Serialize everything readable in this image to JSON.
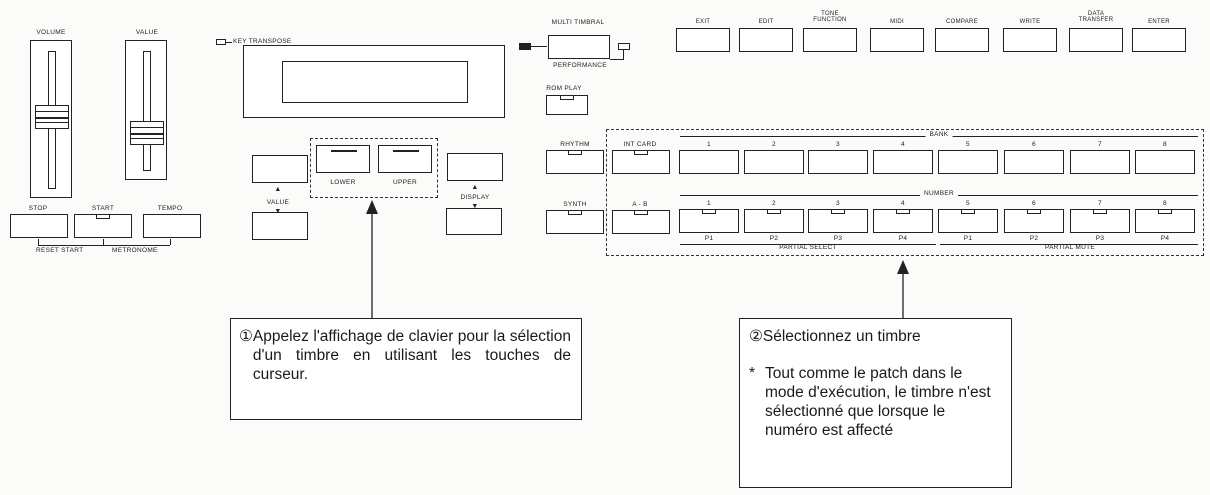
{
  "labels": {
    "volume": "VOLUME",
    "value": "VALUE",
    "key_transpose": "KEY TRANSPOSE",
    "multi_timbral": "MULTI TIMBRAL",
    "performance": "PERFORMANCE",
    "rom_play": "ROM PLAY",
    "rhythm": "RHYTHM",
    "synth": "SYNTH",
    "stop": "STOP",
    "start": "START",
    "tempo": "TEMPO",
    "reset_start": "RESET START",
    "metronome": "METRONOME",
    "value_cursor": "VALUE",
    "lower": "LOWER",
    "upper": "UPPER",
    "display": "DISPLAY",
    "int_card": "INT CARD",
    "a_b": "A - B",
    "bank": "BANK",
    "number": "NUMBER",
    "partial_select": "PARTIAL SELECT",
    "partial_mute": "PARTIAL MUTE"
  },
  "function_buttons": [
    "EXIT",
    "EDIT",
    "TONE FUNCTION",
    "MIDI",
    "COMPARE",
    "WRITE",
    "DATA TRANSFER",
    "ENTER"
  ],
  "bank_numbers": [
    "1",
    "2",
    "3",
    "4",
    "5",
    "6",
    "7",
    "8"
  ],
  "number_numbers": [
    "1",
    "2",
    "3",
    "4",
    "5",
    "6",
    "7",
    "8"
  ],
  "partial_labels": [
    "P1",
    "P2",
    "P3",
    "P4",
    "P1",
    "P2",
    "P3",
    "P4"
  ],
  "callout1": {
    "marker": "①",
    "text": "Appelez l'affichage de clavier pour la sélection d'un timbre en utilisant les touches de curseur."
  },
  "callout2": {
    "marker": "②",
    "title": "Sélectionnez un timbre",
    "note_marker": "*",
    "note": "Tout comme le patch dans le mode d'exécution, le timbre n'est sélectionné que lorsque le numéro est affecté"
  }
}
